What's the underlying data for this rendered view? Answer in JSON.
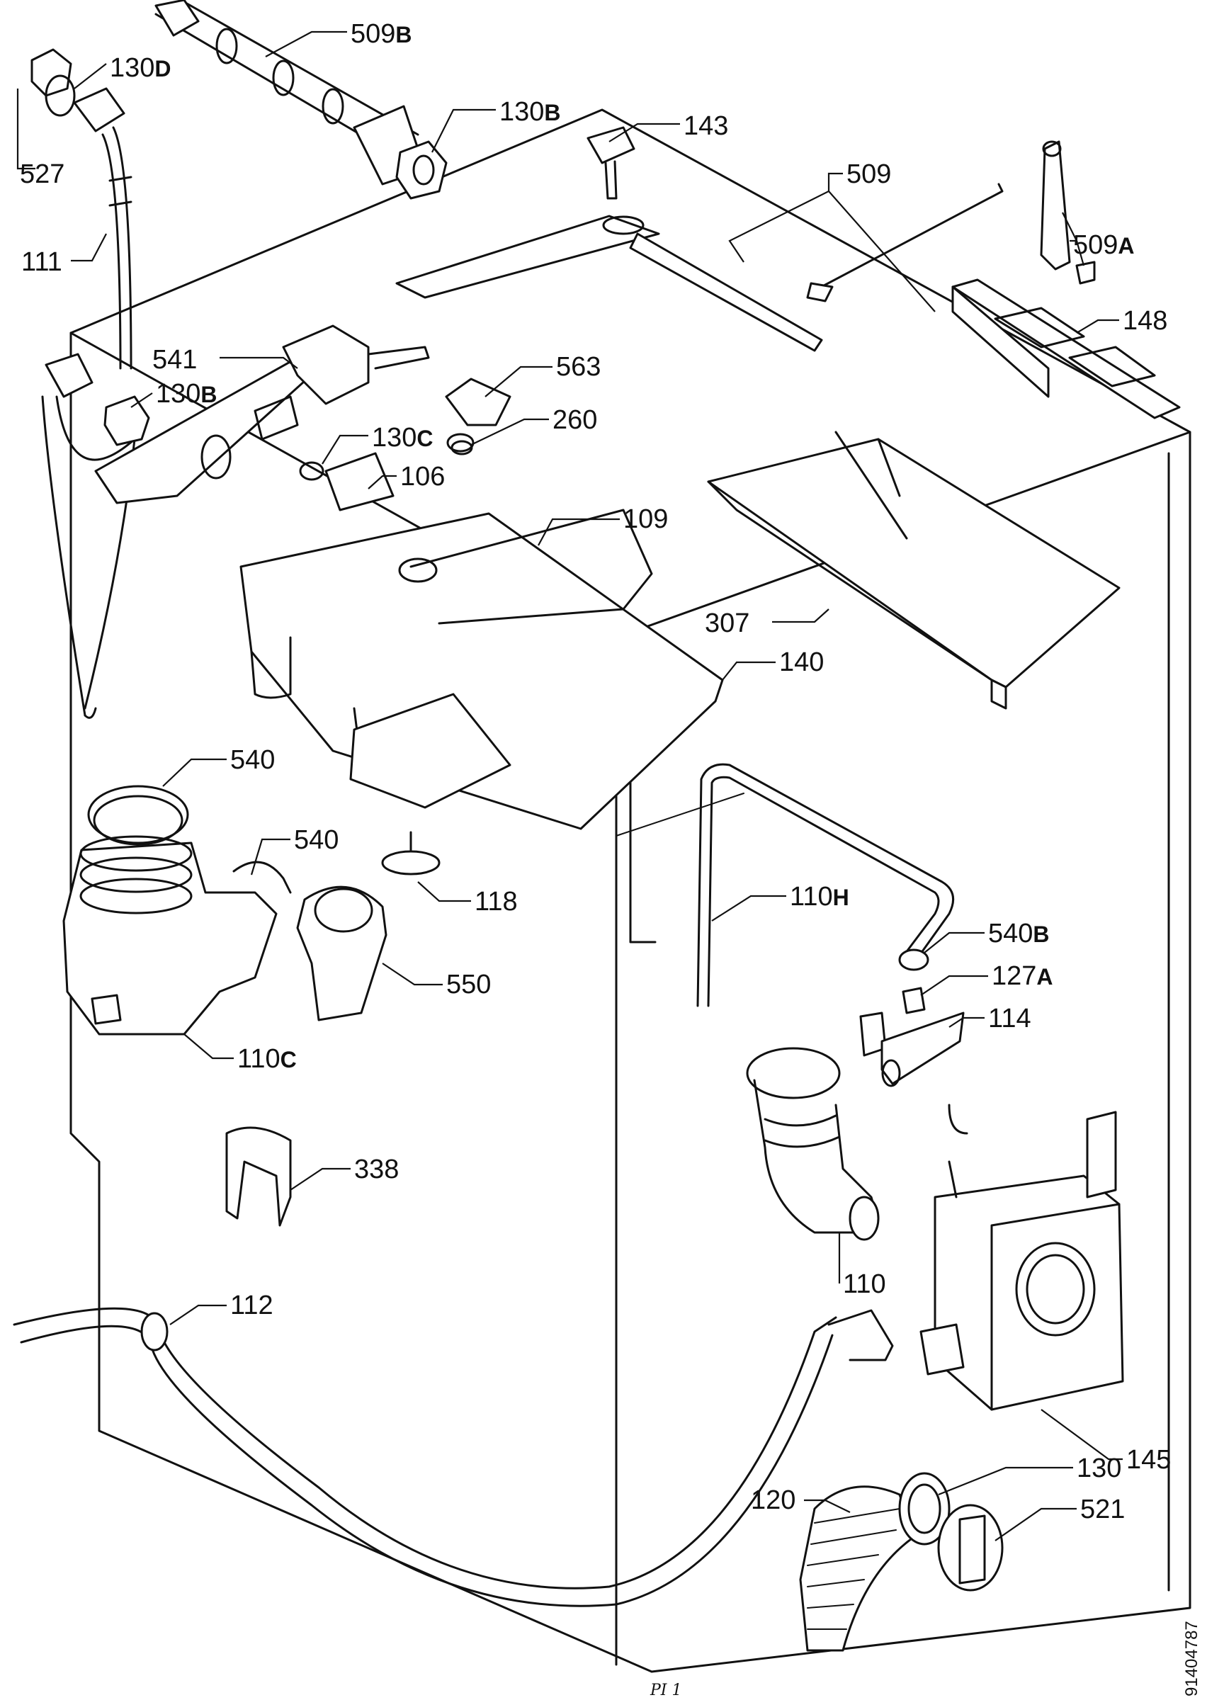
{
  "diagram": {
    "document_number": "91404787",
    "corner_mark": "PI 1",
    "callouts": [
      {
        "id": "509b",
        "number": "509",
        "suffix": "B"
      },
      {
        "id": "130d",
        "number": "130",
        "suffix": "D"
      },
      {
        "id": "527",
        "number": "527",
        "suffix": ""
      },
      {
        "id": "130b-top",
        "number": "130",
        "suffix": "B"
      },
      {
        "id": "143",
        "number": "143",
        "suffix": ""
      },
      {
        "id": "509",
        "number": "509",
        "suffix": ""
      },
      {
        "id": "509a",
        "number": "509",
        "suffix": "A"
      },
      {
        "id": "111",
        "number": "111",
        "suffix": ""
      },
      {
        "id": "148",
        "number": "148",
        "suffix": ""
      },
      {
        "id": "541",
        "number": "541",
        "suffix": ""
      },
      {
        "id": "563",
        "number": "563",
        "suffix": ""
      },
      {
        "id": "130b-mid",
        "number": "130",
        "suffix": "B"
      },
      {
        "id": "260",
        "number": "260",
        "suffix": ""
      },
      {
        "id": "130c",
        "number": "130",
        "suffix": "C"
      },
      {
        "id": "106",
        "number": "106",
        "suffix": ""
      },
      {
        "id": "109",
        "number": "109",
        "suffix": ""
      },
      {
        "id": "307",
        "number": "307",
        "suffix": ""
      },
      {
        "id": "140",
        "number": "140",
        "suffix": ""
      },
      {
        "id": "540-a",
        "number": "540",
        "suffix": ""
      },
      {
        "id": "540-b",
        "number": "540",
        "suffix": ""
      },
      {
        "id": "118",
        "number": "118",
        "suffix": ""
      },
      {
        "id": "110h",
        "number": "110",
        "suffix": "H"
      },
      {
        "id": "540b",
        "number": "540",
        "suffix": "B"
      },
      {
        "id": "550",
        "number": "550",
        "suffix": ""
      },
      {
        "id": "127a",
        "number": "127",
        "suffix": "A"
      },
      {
        "id": "114",
        "number": "114",
        "suffix": ""
      },
      {
        "id": "110c",
        "number": "110",
        "suffix": "C"
      },
      {
        "id": "338",
        "number": "338",
        "suffix": ""
      },
      {
        "id": "110",
        "number": "110",
        "suffix": ""
      },
      {
        "id": "112",
        "number": "112",
        "suffix": ""
      },
      {
        "id": "145",
        "number": "145",
        "suffix": ""
      },
      {
        "id": "130",
        "number": "130",
        "suffix": ""
      },
      {
        "id": "120",
        "number": "120",
        "suffix": ""
      },
      {
        "id": "521",
        "number": "521",
        "suffix": ""
      }
    ]
  }
}
